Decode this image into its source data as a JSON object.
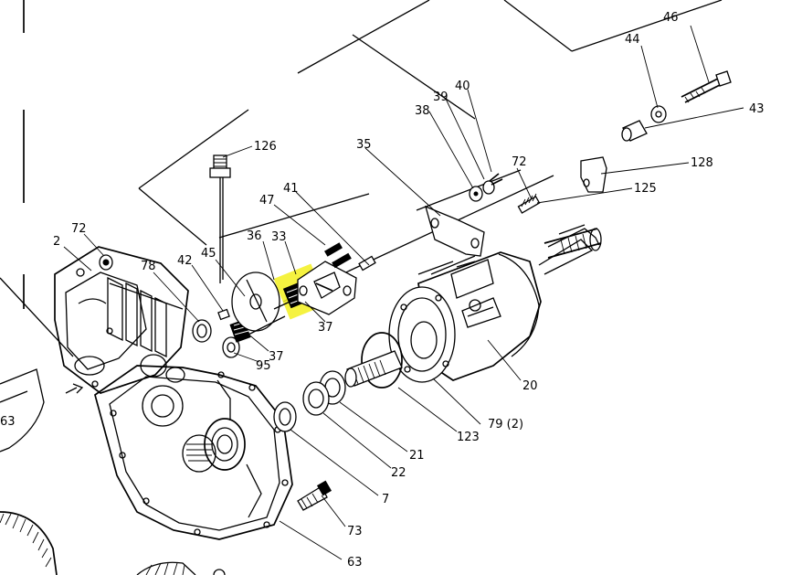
{
  "diagram": {
    "type": "exploded-parts-view",
    "highlight_color": "#f3f01f",
    "highlighted_part": "33",
    "callouts": [
      {
        "id": "c126",
        "label": "126"
      },
      {
        "id": "c47",
        "label": "47"
      },
      {
        "id": "c41",
        "label": "41"
      },
      {
        "id": "c35",
        "label": "35"
      },
      {
        "id": "c38",
        "label": "38"
      },
      {
        "id": "c39",
        "label": "39"
      },
      {
        "id": "c40",
        "label": "40"
      },
      {
        "id": "c72a",
        "label": "72"
      },
      {
        "id": "c72b",
        "label": "72"
      },
      {
        "id": "c44",
        "label": "44"
      },
      {
        "id": "c46",
        "label": "46"
      },
      {
        "id": "c43",
        "label": "43"
      },
      {
        "id": "c128",
        "label": "128"
      },
      {
        "id": "c125",
        "label": "125"
      },
      {
        "id": "c2",
        "label": "2"
      },
      {
        "id": "c78",
        "label": "78"
      },
      {
        "id": "c42",
        "label": "42"
      },
      {
        "id": "c45",
        "label": "45"
      },
      {
        "id": "c36",
        "label": "36"
      },
      {
        "id": "c33",
        "label": "33"
      },
      {
        "id": "c37a",
        "label": "37"
      },
      {
        "id": "c37b",
        "label": "37"
      },
      {
        "id": "c95",
        "label": "95"
      },
      {
        "id": "c20",
        "label": "20"
      },
      {
        "id": "c79",
        "label": "79 (2)"
      },
      {
        "id": "c123",
        "label": "123"
      },
      {
        "id": "c21",
        "label": "21"
      },
      {
        "id": "c22",
        "label": "22"
      },
      {
        "id": "c7",
        "label": "7"
      },
      {
        "id": "c73",
        "label": "73"
      },
      {
        "id": "c63a",
        "label": "63"
      },
      {
        "id": "c63b",
        "label": "63"
      }
    ]
  }
}
